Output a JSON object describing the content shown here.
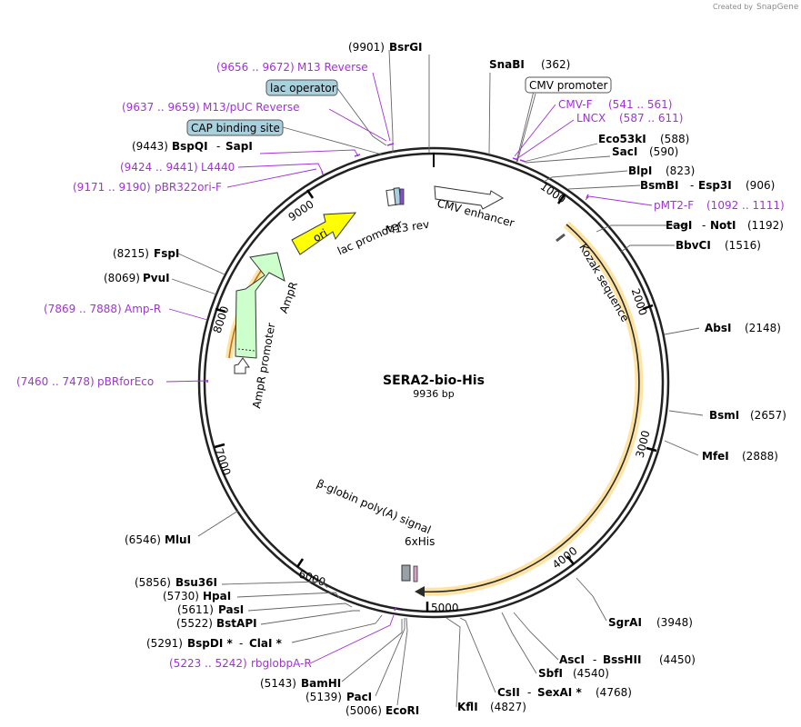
{
  "credit": {
    "created_by": "Created by",
    "brand": "SnapGene"
  },
  "plasmid": {
    "name": "SERA2-bio-His",
    "size": "9936 bp"
  },
  "ticks": [
    "1000",
    "2000",
    "3000",
    "4000",
    "5000",
    "6000",
    "7000",
    "8000",
    "9000"
  ],
  "features": {
    "ori": "ori",
    "ampr": "AmpR",
    "ampr_promoter": "AmpR promoter",
    "lac_promoter": "lac promoter",
    "m13_rev": "M13 rev",
    "cmv_enhancer": "CMV enhancer",
    "kozak": "Kozak sequence",
    "bglobin": "β-globin poly(A) signal",
    "his": "6xHis"
  },
  "boxed": {
    "lac_operator": "lac operator",
    "cap_site": "CAP binding site",
    "cmv_promoter": "CMV promoter"
  },
  "enzymes": {
    "bsrgi": {
      "pos": "(9901)",
      "name": "BsrGI"
    },
    "snabi": {
      "name": "SnaBI",
      "pos": "(362)"
    },
    "bspqi": {
      "pos": "(9443)",
      "name": "BspQI",
      "sep": "-",
      "name2": "SapI"
    },
    "eco53ki": {
      "name": "Eco53kI",
      "pos": "(588)"
    },
    "saci": {
      "name": "SacI",
      "pos": "(590)"
    },
    "blpi": {
      "name": "BlpI",
      "pos": "(823)"
    },
    "bsmbi": {
      "name": "BsmBI",
      "sep": "-",
      "name2": "Esp3I",
      "pos": "(906)"
    },
    "eagi": {
      "name": "EagI",
      "sep": "-",
      "name2": "NotI",
      "pos": "(1192)"
    },
    "bbvci": {
      "name": "BbvCI",
      "pos": "(1516)"
    },
    "fspi": {
      "pos": "(8215)",
      "name": "FspI"
    },
    "pvui": {
      "pos": "(8069)",
      "name": "PvuI"
    },
    "absi": {
      "name": "AbsI",
      "pos": "(2148)"
    },
    "bsmi": {
      "name": "BsmI",
      "pos": "(2657)"
    },
    "mfei": {
      "name": "MfeI",
      "pos": "(2888)"
    },
    "mlui": {
      "pos": "(6546)",
      "name": "MluI"
    },
    "bsu36i": {
      "pos": "(5856)",
      "name": "Bsu36I"
    },
    "hpai": {
      "pos": "(5730)",
      "name": "HpaI"
    },
    "pasi": {
      "pos": "(5611)",
      "name": "PasI"
    },
    "bstapi": {
      "pos": "(5522)",
      "name": "BstAPI"
    },
    "bspdi": {
      "pos": "(5291)",
      "name": "BspDI *",
      "sep": "-",
      "name2": "ClaI *"
    },
    "sgrai": {
      "name": "SgrAI",
      "pos": "(3948)"
    },
    "asci": {
      "name": "AscI",
      "sep": "-",
      "name2": "BssHII",
      "pos": "(4450)"
    },
    "sbfi": {
      "name": "SbfI",
      "pos": "(4540)"
    },
    "csii": {
      "name": "CsII",
      "sep": "-",
      "name2": "SexAI *",
      "pos": "(4768)"
    },
    "bamhi": {
      "pos": "(5143)",
      "name": "BamHI"
    },
    "paci": {
      "pos": "(5139)",
      "name": "PacI"
    },
    "ecori": {
      "pos": "(5006)",
      "name": "EcoRI"
    },
    "kfli": {
      "name": "KflI",
      "pos": "(4827)"
    }
  },
  "primers": {
    "m13_reverse": {
      "range": "(9656 .. 9672)",
      "name": "M13 Reverse"
    },
    "m13_puc": {
      "range": "(9637 .. 9659)",
      "name": "M13/pUC Reverse"
    },
    "l4440": {
      "range": "(9424 .. 9441)",
      "name": "L4440"
    },
    "pbr322ori": {
      "range": "(9171 .. 9190)",
      "name": "pBR322ori-F"
    },
    "cmv_f": {
      "name": "CMV-F",
      "range": "(541 .. 561)"
    },
    "lncx": {
      "name": "LNCX",
      "range": "(587 .. 611)"
    },
    "pmt2": {
      "name": "pMT2-F",
      "range": "(1092 .. 1111)"
    },
    "amp_r": {
      "range": "(7869 .. 7888)",
      "name": "Amp-R"
    },
    "pbrforeco": {
      "range": "(7460 .. 7478)",
      "name": "pBRforEco"
    },
    "rbglobpa": {
      "range": "(5223 .. 5242)",
      "name": "rbglobpA-R"
    }
  },
  "colors": {
    "primer": "#a132d6",
    "orf_fill": "#ffe3a3",
    "orf_arrow": "#c2711f",
    "ori": "#ffff00",
    "ampr": "#ccffcc",
    "feature_box": "#a7d1de"
  }
}
